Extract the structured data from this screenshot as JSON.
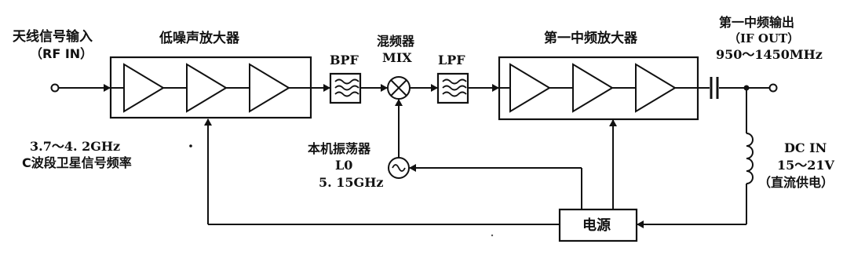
{
  "labels": {
    "antenna_input": "天线信号输入",
    "rf_in": "（RF IN）",
    "lna": "低噪声放大器",
    "bpf": "BPF",
    "mixer_cn": "混频器",
    "mixer_en": "MIX",
    "lpf": "LPF",
    "if_amp": "第一中频放大器",
    "if_output_cn": "第一中频输出",
    "if_out": "（IF OUT）",
    "if_range": "950～1450MHz",
    "input_range": "3.7～4. 2GHz",
    "input_band": "C波段卫星信号频率",
    "lo_cn": "本机振荡器",
    "lo_en": "L0",
    "lo_freq": "5. 15GHz",
    "dc_in": "DC IN",
    "dc_range": "15～21V",
    "dc_note": "（直流供电）",
    "power": "电源"
  }
}
